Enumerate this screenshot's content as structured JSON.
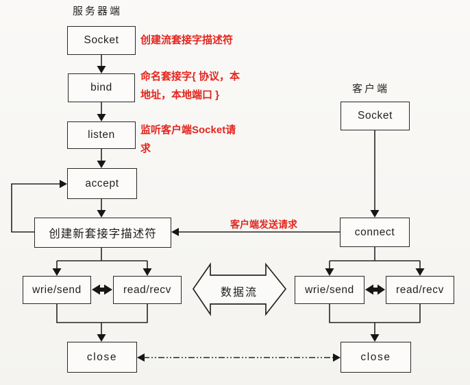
{
  "diagram": {
    "server": {
      "title": "服务器端",
      "nodes": {
        "socket": "Socket",
        "bind": "bind",
        "listen": "listen",
        "accept": "accept",
        "create_new": "创建新套接字描述符",
        "write_send": "wrie/send",
        "read_recv": "read/recv",
        "close": "close"
      }
    },
    "client": {
      "title": "客户端",
      "nodes": {
        "socket": "Socket",
        "connect": "connect",
        "write_send": "wrie/send",
        "read_recv": "read/recv",
        "close": "close"
      }
    },
    "annotations": {
      "socket_note": "创建流套接字描述符",
      "bind_note_line1": "命名套接字{ 协议，本",
      "bind_note_line2": "地址，本地端口 }",
      "listen_note_line1": "监听客户端Socket请",
      "listen_note_line2": "求",
      "request_note": "客户端发送请求"
    },
    "data_flow_label": "数据流",
    "colors": {
      "annotation_red": "#e2251e",
      "line_black": "#242424",
      "box_fill": "#fcfbfa",
      "background": "#f8f7f5"
    }
  }
}
